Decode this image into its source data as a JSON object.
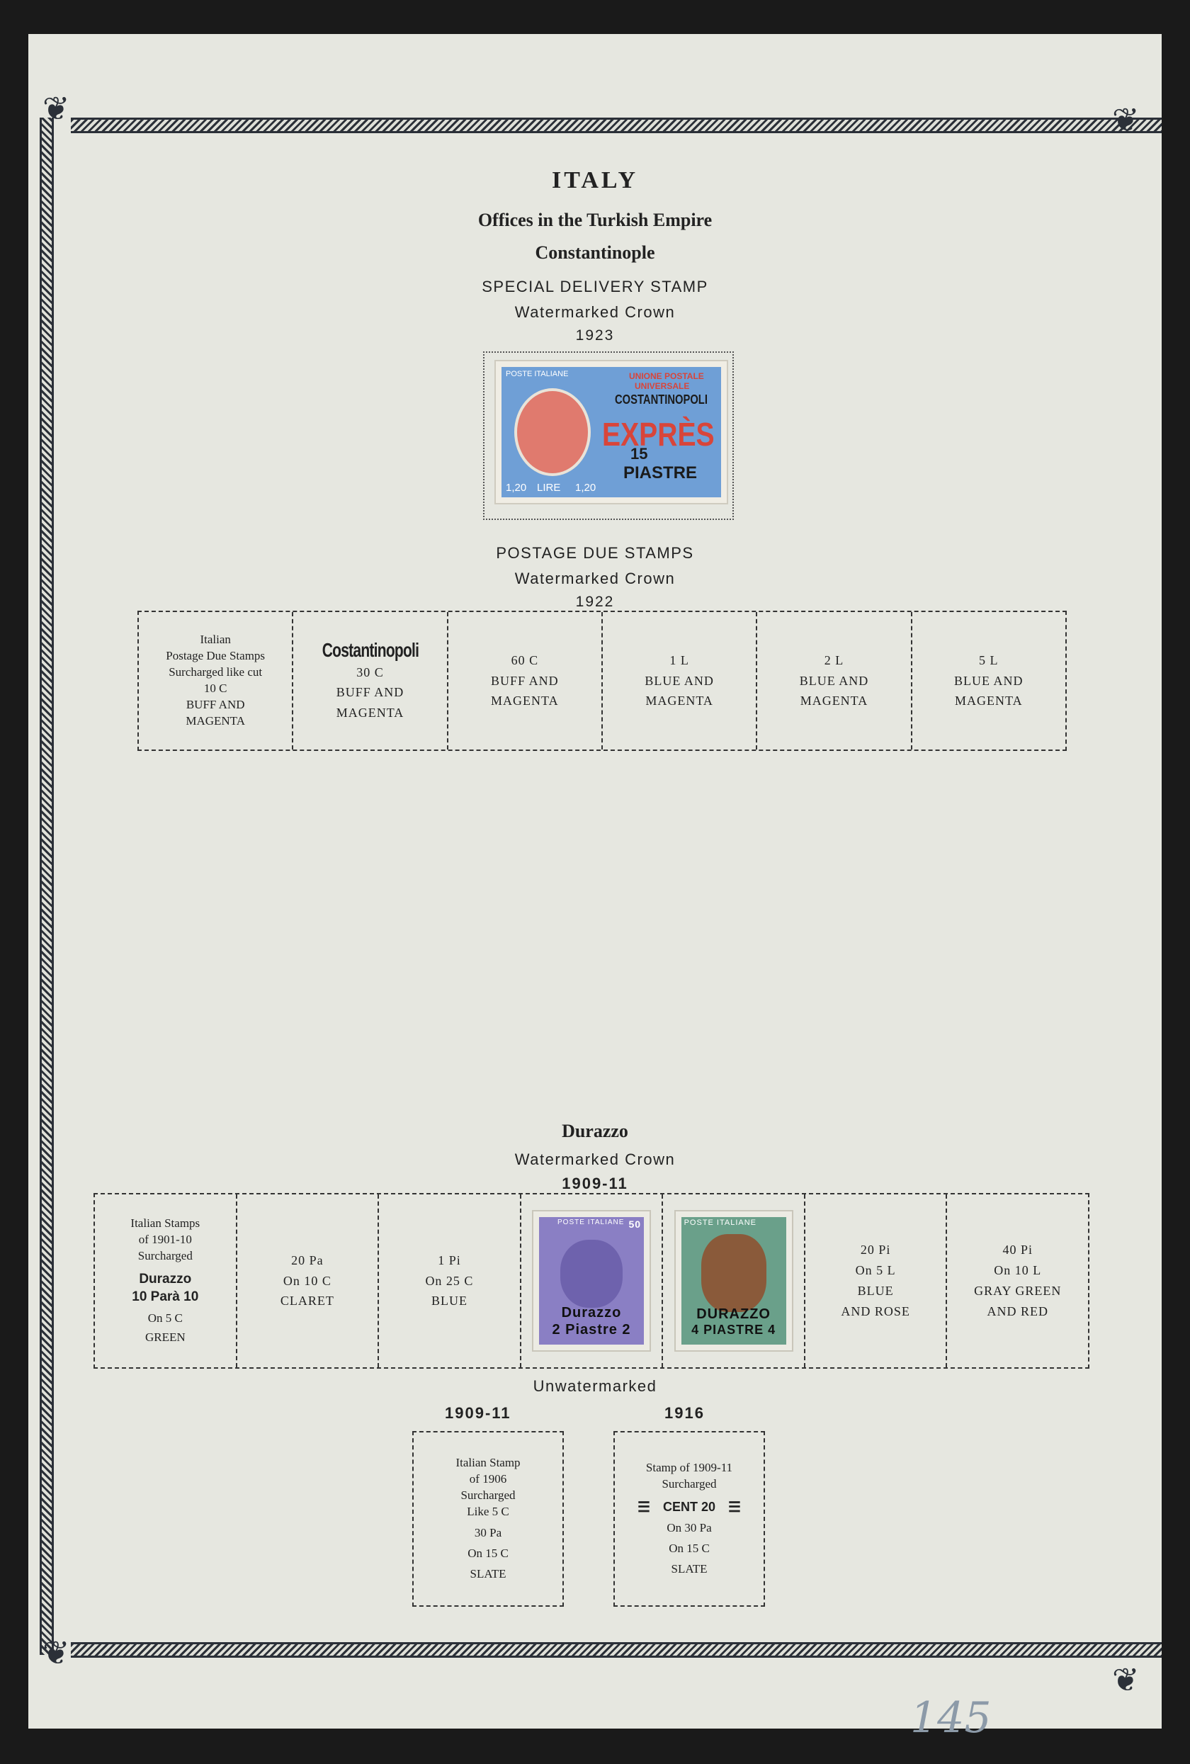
{
  "header": {
    "country": "ITALY",
    "subtitle1": "Offices in the Turkish Empire",
    "subtitle2": "Constantinople"
  },
  "special_delivery": {
    "heading": "SPECIAL DELIVERY STAMP",
    "watermark": "Watermarked Crown",
    "year": "1923",
    "stamp": {
      "top_left": "POSTE ITALIANE",
      "top_right1": "UNIONE POSTALE",
      "top_right2": "UNIVERSALE",
      "overprint": "COSTANTINOPOLI",
      "word": "EXPRÈS",
      "value1": "15",
      "value2": "PIASTRE",
      "left_val": "1,20",
      "mid": "LIRE",
      "right_val": "1,20",
      "colors": {
        "frame": "#6f9fd6",
        "accent": "#d8453a"
      }
    }
  },
  "postage_due": {
    "heading": "POSTAGE DUE STAMPS",
    "watermark": "Watermarked Crown",
    "year": "1922",
    "cells": [
      {
        "l1": "Italian",
        "l2": "Postage Due Stamps",
        "l3": "Surcharged like cut",
        "l4": "10 C",
        "l5": "BUFF AND",
        "l6": "MAGENTA"
      },
      {
        "ov": "Costantinopoli",
        "l1": "30 C",
        "l2": "BUFF AND",
        "l3": "MAGENTA"
      },
      {
        "l1": "60 C",
        "l2": "BUFF AND",
        "l3": "MAGENTA"
      },
      {
        "l1": "1 L",
        "l2": "BLUE AND",
        "l3": "MAGENTA"
      },
      {
        "l1": "2 L",
        "l2": "BLUE AND",
        "l3": "MAGENTA"
      },
      {
        "l1": "5 L",
        "l2": "BLUE AND",
        "l3": "MAGENTA"
      }
    ]
  },
  "durazzo": {
    "heading": "Durazzo",
    "watermark": "Watermarked Crown",
    "year": "1909-11",
    "cells": [
      {
        "l1": "Italian Stamps",
        "l2": "of 1901-10",
        "l3": "Surcharged",
        "ov1": "Durazzo",
        "ov2": "10 Parà 10",
        "l4": "On 5 C",
        "l5": "GREEN"
      },
      {
        "l1": "20 Pa",
        "l2": "On 10 C",
        "l3": "CLARET"
      },
      {
        "l1": "1 Pi",
        "l2": "On 25 C",
        "l3": "BLUE"
      },
      {
        "stamp_top": "POSTE ITALIANE",
        "stamp_val": "50",
        "ov1": "Durazzo",
        "ov2": "2 Piastre 2",
        "color": "#8a7fc4"
      },
      {
        "stamp_top": "POSTE ITALIANE",
        "ov1": "DURAZZO",
        "ov2": "4 PIASTRE 4",
        "color": "#6aa08a"
      },
      {
        "l1": "20 Pi",
        "l2": "On 5 L",
        "l3": "BLUE",
        "l4": "AND ROSE"
      },
      {
        "l1": "40 Pi",
        "l2": "On 10 L",
        "l3": "GRAY GREEN",
        "l4": "AND RED"
      }
    ]
  },
  "unwatermarked": {
    "heading": "Unwatermarked",
    "year1": "1909-11",
    "year2": "1916",
    "box1": {
      "l1": "Italian Stamp",
      "l2": "of 1906",
      "l3": "Surcharged",
      "l4": "Like 5 C",
      "l5": "30 Pa",
      "l6": "On 15 C",
      "l7": "SLATE"
    },
    "box2": {
      "l1": "Stamp of 1909-11",
      "l2": "Surcharged",
      "l3": "CENT 20",
      "l4": "On 30 Pa",
      "l5": "On 15 C",
      "l6": "SLATE"
    }
  },
  "page_number": "145"
}
